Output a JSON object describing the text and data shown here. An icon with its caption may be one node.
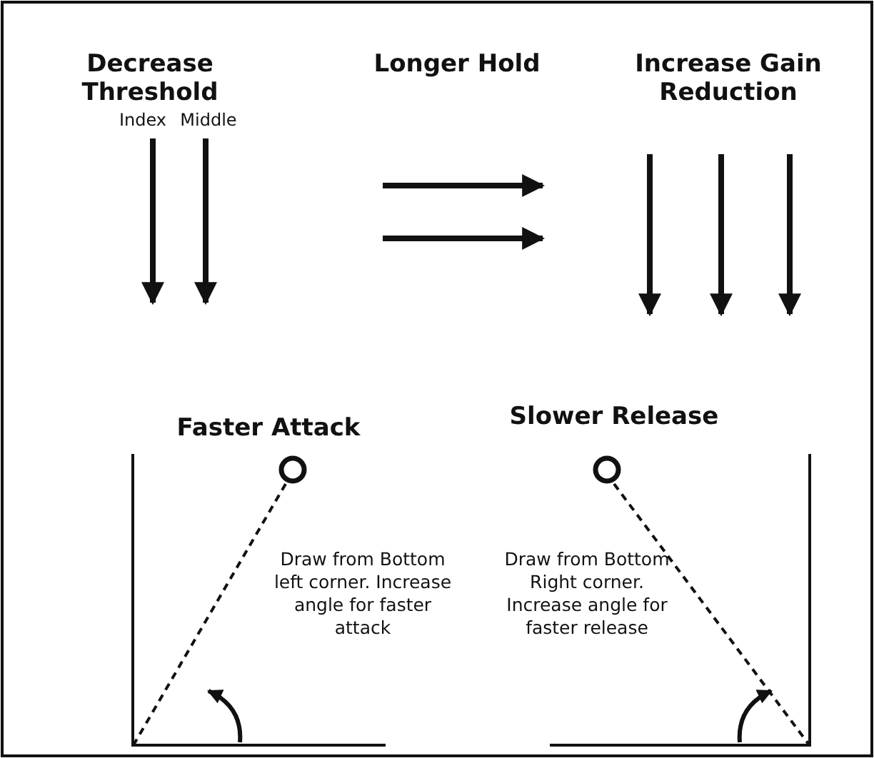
{
  "diagram": {
    "labels": [
      "Decrease Threshold",
      "Longer Hold",
      "Increase Gain Reduction",
      "Index",
      "Middle",
      "Faster Attack",
      "Slower Release",
      "Draw from Bottom left corner. Increase angle for faster attack",
      "Draw from Bottom Right corner. Increase angle for faster release"
    ]
  }
}
